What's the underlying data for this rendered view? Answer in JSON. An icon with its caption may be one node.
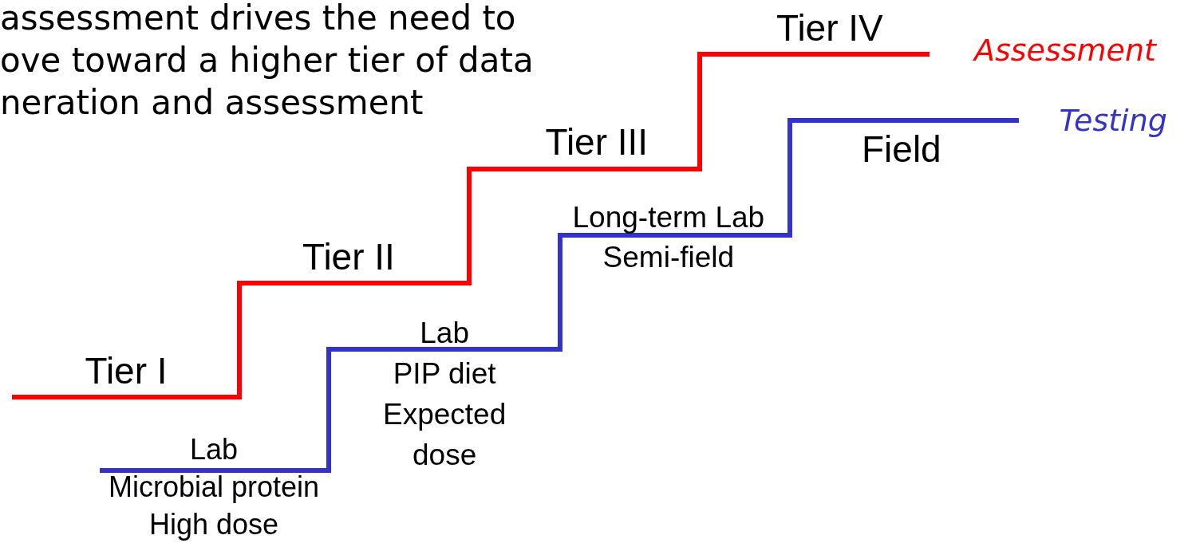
{
  "diagram": {
    "labels": [
      "assessment drives the need to ove toward a higher tier of data neration and assessment",
      "Tier IV",
      "Tier III",
      "Field",
      "Long-term Lab Semi-field",
      "Tier II",
      "Lab PIP diet Expected dose",
      "Tier I",
      "Lab Microbial protein High dose"
    ],
    "legend": [
      {
        "text": "Assessment"
      },
      {
        "text": "Testing"
      }
    ]
  }
}
